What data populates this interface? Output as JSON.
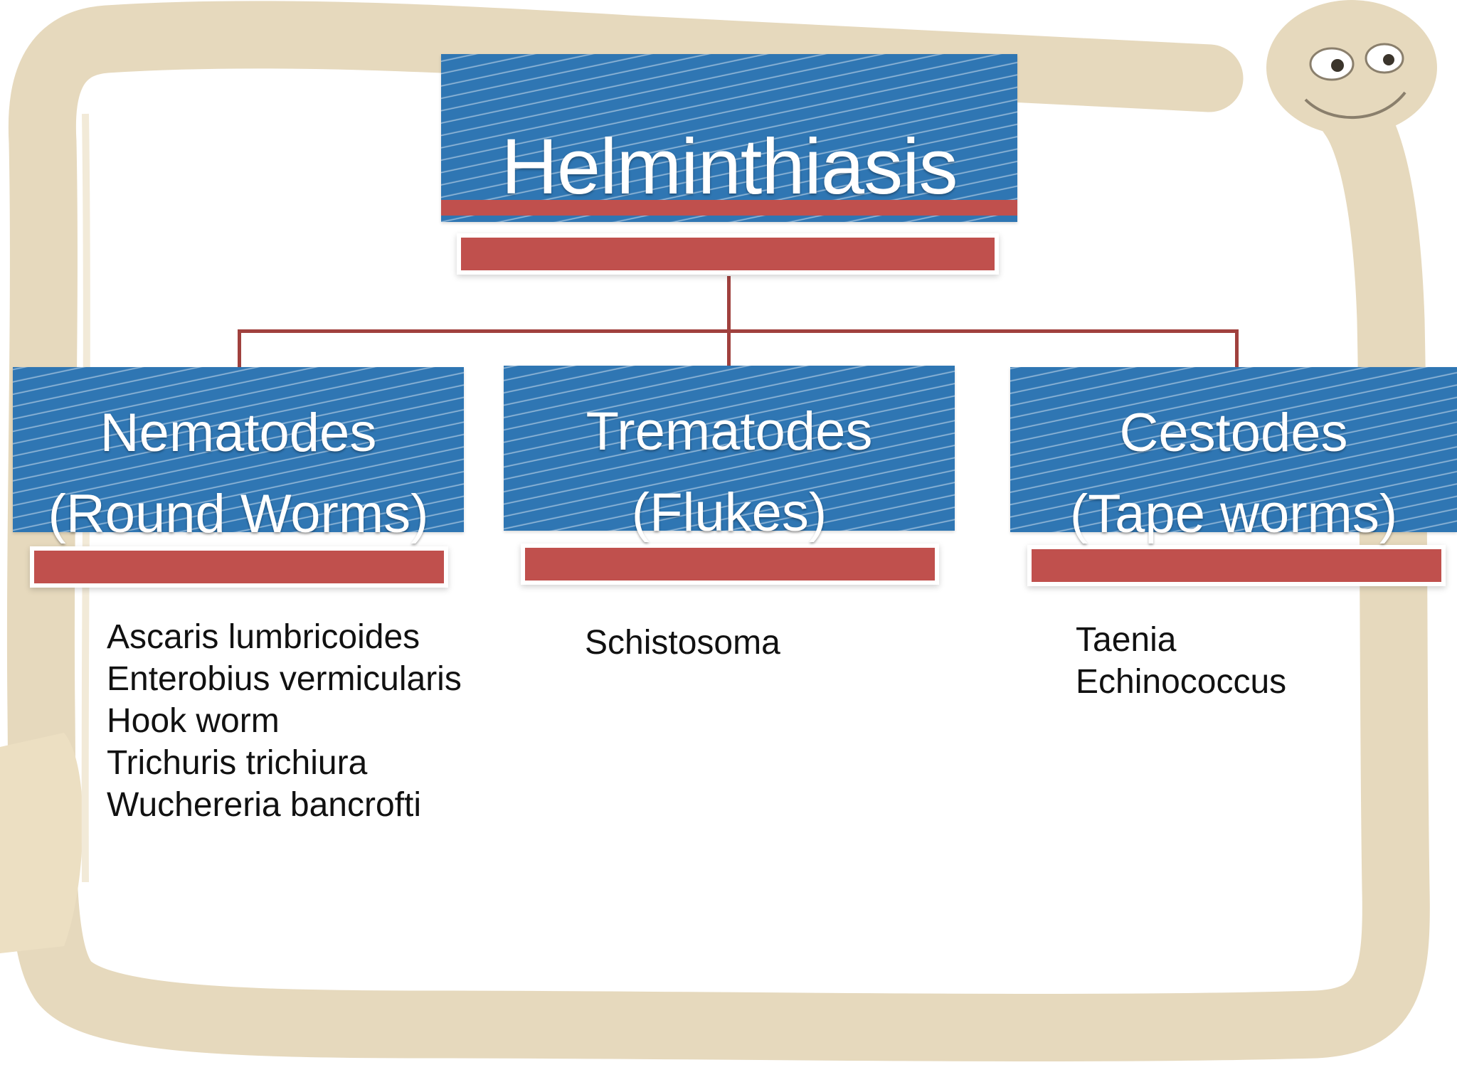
{
  "diagram": {
    "title": "Helminthiasis",
    "categories": [
      {
        "name": "Nematodes",
        "common_name": "(Round Worms)",
        "examples": [
          "Ascaris lumbricoides",
          "Enterobius vermicularis",
          "Hook worm",
          "Trichuris trichiura",
          "Wuchereria bancrofti"
        ]
      },
      {
        "name": "Trematodes",
        "common_name": "(Flukes)",
        "examples": [
          "Schistosoma"
        ]
      },
      {
        "name": "Cestodes",
        "common_name": "(Tape worms)",
        "examples": [
          "Taenia",
          "Echinococcus"
        ]
      }
    ]
  },
  "colors": {
    "node_fill": "#2f76b3",
    "accent_bar": "#c0504d",
    "connector": "#a0413e",
    "frame_worm": "#e6d9bd",
    "text_on_node": "#ffffff",
    "example_text": "#111111"
  }
}
